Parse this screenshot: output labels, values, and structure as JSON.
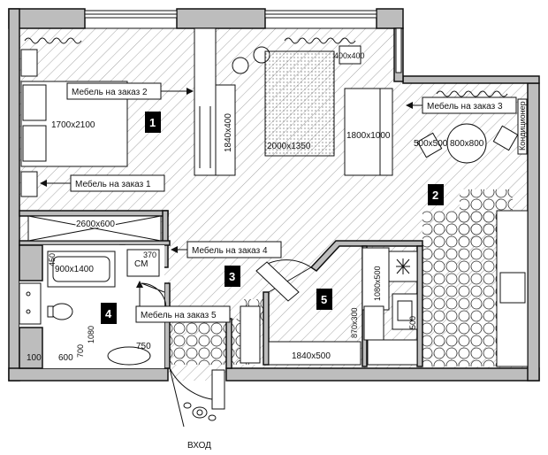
{
  "plan": {
    "colors": {
      "wall": "#bdbdbd",
      "line": "#111111",
      "hatch": "#9a9a9a",
      "badge": "#000000"
    },
    "room_numbers": [
      "1",
      "2",
      "3",
      "4",
      "5"
    ],
    "dimensions": {
      "bed": "1700x2100",
      "wardrobe": "1840x400",
      "carpet": "2000x1350",
      "pouf": "400x400",
      "sofa": "1800x1000",
      "chair": "500x500",
      "table": "800x800",
      "bench": "2600x600",
      "bath": "900x1400",
      "bath_depth": "450",
      "washer_label": "СМ",
      "washer_dim": "370",
      "hall_closet": "1080x500",
      "hall_small": "870x300",
      "hall_bench": "1840x500",
      "kitchen_small": "500",
      "wc_left": "100",
      "sink_width": "600",
      "v_700": "700",
      "v_1080": "1080",
      "door_750": "750"
    },
    "callouts": {
      "c1": "Мебель на заказ 1",
      "c2": "Мебель на заказ 2",
      "c3": "Мебель на заказ 3",
      "c4": "Мебель на заказ 4",
      "c5": "Мебель на заказ 5"
    },
    "aircon": "Кондиционер",
    "entrance": "ВХОД"
  }
}
